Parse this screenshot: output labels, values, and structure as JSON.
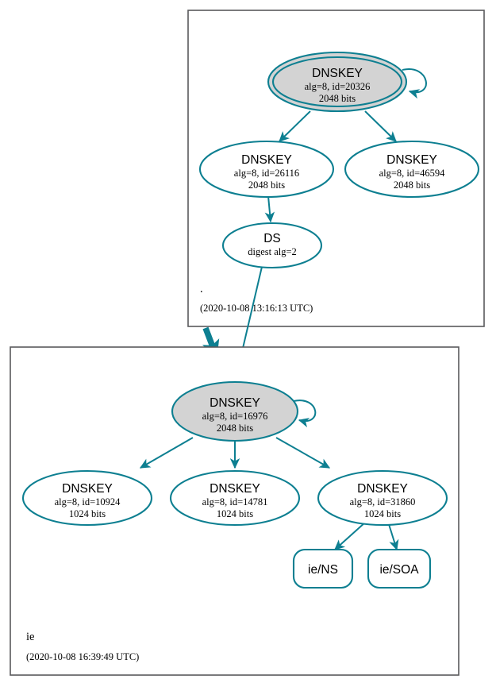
{
  "diagram": {
    "type": "dnssec-authentication-chain",
    "accent_color": "#0d7f91",
    "zone_border_color": "#59595b",
    "secure_key_fill": "#d3d3d3",
    "node_fill": "#ffffff",
    "text_color": "#000000"
  },
  "zones": [
    {
      "id": "root",
      "name": ".",
      "timestamp": "(2020-10-08 13:16:13 UTC)",
      "nodes": [
        {
          "id": "root-ksk-20326",
          "kind": "DNSKEY",
          "title": "DNSKEY",
          "line2": "alg=8, id=20326",
          "line3": "2048 bits",
          "alg": 8,
          "key_id": 20326,
          "key_size": 2048,
          "shape": "doubleellipse",
          "role": "KSK",
          "self_signed": true
        },
        {
          "id": "root-zsk-26116",
          "kind": "DNSKEY",
          "title": "DNSKEY",
          "line2": "alg=8, id=26116",
          "line3": "2048 bits",
          "alg": 8,
          "key_id": 26116,
          "key_size": 2048,
          "shape": "ellipse",
          "role": "ZSK",
          "self_signed": false
        },
        {
          "id": "root-zsk-46594",
          "kind": "DNSKEY",
          "title": "DNSKEY",
          "line2": "alg=8, id=46594",
          "line3": "2048 bits",
          "alg": 8,
          "key_id": 46594,
          "key_size": 2048,
          "shape": "ellipse",
          "role": "ZSK",
          "self_signed": false
        },
        {
          "id": "root-ds-ie",
          "kind": "DS",
          "title": "DS",
          "line2": "digest alg=2",
          "line3": "",
          "digest_alg": 2,
          "shape": "ellipse",
          "role": "DS",
          "self_signed": false
        }
      ]
    },
    {
      "id": "ie",
      "name": "ie",
      "timestamp": "(2020-10-08 16:39:49 UTC)",
      "nodes": [
        {
          "id": "ie-ksk-16976",
          "kind": "DNSKEY",
          "title": "DNSKEY",
          "line2": "alg=8, id=16976",
          "line3": "2048 bits",
          "alg": 8,
          "key_id": 16976,
          "key_size": 2048,
          "shape": "ellipse",
          "role": "KSK",
          "self_signed": true
        },
        {
          "id": "ie-zsk-10924",
          "kind": "DNSKEY",
          "title": "DNSKEY",
          "line2": "alg=8, id=10924",
          "line3": "1024 bits",
          "alg": 8,
          "key_id": 10924,
          "key_size": 1024,
          "shape": "ellipse",
          "role": "ZSK",
          "self_signed": false
        },
        {
          "id": "ie-zsk-14781",
          "kind": "DNSKEY",
          "title": "DNSKEY",
          "line2": "alg=8, id=14781",
          "line3": "1024 bits",
          "alg": 8,
          "key_id": 14781,
          "key_size": 1024,
          "shape": "ellipse",
          "role": "ZSK",
          "self_signed": false
        },
        {
          "id": "ie-zsk-31860",
          "kind": "DNSKEY",
          "title": "DNSKEY",
          "line2": "alg=8, id=31860",
          "line3": "1024 bits",
          "alg": 8,
          "key_id": 31860,
          "key_size": 1024,
          "shape": "ellipse",
          "role": "ZSK",
          "self_signed": false
        },
        {
          "id": "ie-rrset-ns",
          "kind": "RRset",
          "title": "ie/NS",
          "shape": "roundrect",
          "role": "RRSET"
        },
        {
          "id": "ie-rrset-soa",
          "kind": "RRset",
          "title": "ie/SOA",
          "shape": "roundrect",
          "role": "RRSET"
        }
      ]
    }
  ],
  "edges": [
    {
      "from": "root-ksk-20326",
      "to": "root-ksk-20326",
      "style": "self-loop"
    },
    {
      "from": "root-ksk-20326",
      "to": "root-zsk-26116",
      "style": "rrsig"
    },
    {
      "from": "root-ksk-20326",
      "to": "root-zsk-46594",
      "style": "rrsig"
    },
    {
      "from": "root-zsk-26116",
      "to": "root-ds-ie",
      "style": "rrsig"
    },
    {
      "from": "root-ds-ie",
      "to": "ie-ksk-16976",
      "style": "ds-to-dnskey"
    },
    {
      "from": "root",
      "to": "ie",
      "style": "zone-delegation-thick"
    },
    {
      "from": "ie-ksk-16976",
      "to": "ie-ksk-16976",
      "style": "self-loop"
    },
    {
      "from": "ie-ksk-16976",
      "to": "ie-zsk-10924",
      "style": "rrsig"
    },
    {
      "from": "ie-ksk-16976",
      "to": "ie-zsk-14781",
      "style": "rrsig"
    },
    {
      "from": "ie-ksk-16976",
      "to": "ie-zsk-31860",
      "style": "rrsig"
    },
    {
      "from": "ie-zsk-31860",
      "to": "ie-rrset-ns",
      "style": "rrsig"
    },
    {
      "from": "ie-zsk-31860",
      "to": "ie-rrset-soa",
      "style": "rrsig"
    }
  ]
}
